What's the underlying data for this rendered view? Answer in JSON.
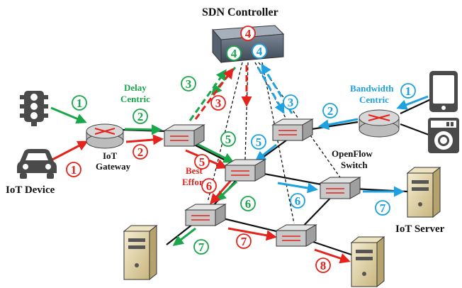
{
  "labels": {
    "controller": "SDN Controller",
    "delay_line1": "Delay",
    "delay_line2": "Centric",
    "bandwidth_line1": "Bandwidth",
    "bandwidth_line2": "Centric",
    "gateway_line1": "IoT",
    "gateway_line2": "Gateway",
    "best_line1": "Best",
    "best_line2": "Effort",
    "iot_device": "IoT Device",
    "openflow_line1": "OpenFlow",
    "openflow_line2": "Switch",
    "iot_server": "IoT Server"
  },
  "colors": {
    "green": "#1aa64a",
    "red": "#e3231c",
    "blue": "#1ea1e0",
    "black": "#111111",
    "server": "#d9c99a"
  },
  "steps": {
    "g1": "1",
    "g2": "2",
    "g3": "3",
    "g4": "4",
    "g5": "5",
    "g6": "6",
    "g7": "7",
    "r1": "1",
    "r2": "2",
    "r3": "3",
    "r4": "4",
    "r5": "5",
    "r6": "6",
    "r7": "7",
    "r8": "8",
    "b1": "1",
    "b2": "2",
    "b3": "3",
    "b4": "4",
    "b5": "5",
    "b6": "6",
    "b7": "7"
  },
  "icons": [
    "traffic-light-icon",
    "car-icon",
    "tablet-icon",
    "washing-machine-icon",
    "router-icon",
    "openflow-switch-icon",
    "server-icon",
    "sdn-controller-icon"
  ]
}
